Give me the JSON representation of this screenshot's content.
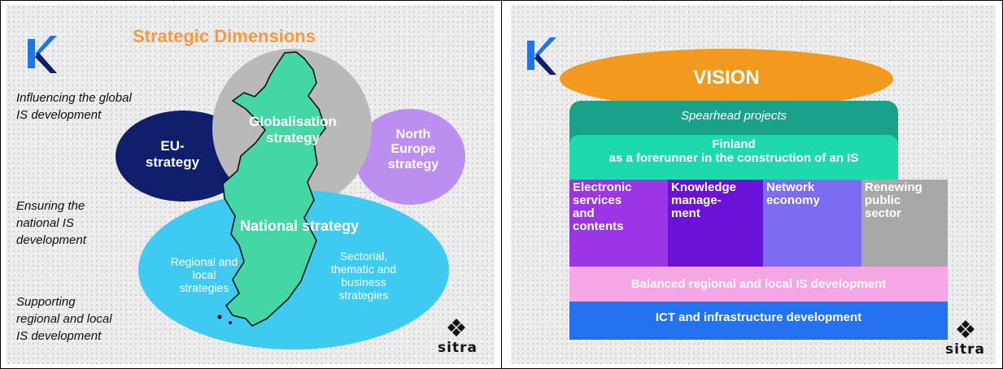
{
  "left_slide": {
    "title": "Strategic Dimensions",
    "side_notes": [
      "Influencing the global\nIS development",
      "Ensuring the\nnational IS\ndevelopment",
      "Supporting\nregional and local\nIS development"
    ],
    "ellipses": {
      "eu": "EU-\nstrategy",
      "globalisation": "Globalisation\nstrategy",
      "north_europe": "North\nEurope\nstrategy",
      "national": "National strategy",
      "regional": "Regional and\nlocal\nstrategies",
      "sectorial": "Sectorial,\nthematic and\nbusiness\nstrategies"
    },
    "logo_word": "SITRA"
  },
  "right_slide": {
    "vision": "VISION",
    "spearhead": "Spearhead projects",
    "finland": "Finland\nas a forerunner in the construction of an IS",
    "pillars": [
      "Electronic\nservices\nand\ncontents",
      "Knowledge\nmanage-\nment",
      "Network\neconomy",
      "Renewing\npublic\nsector"
    ],
    "balanced": "Balanced regional and local IS development",
    "ict": "ICT and infrastructure development",
    "logo_word": "SITRA"
  },
  "colors": {
    "title_orange": "#f39a45",
    "eu_navy": "#0f1f6b",
    "globalisation_gray": "#b9b9b9",
    "north_europe_violet": "#bc8ef0",
    "national_cyan": "#3fcaf2",
    "finland_green": "#45d6a6",
    "vision_orange": "#f39a1e",
    "spearhead_teal": "#1aa18a",
    "finland_band": "#1ed9ab",
    "pillar_1": "#9b35e6",
    "pillar_2": "#6a12d8",
    "pillar_3": "#7d6cf2",
    "pillar_4": "#a8a8a8",
    "balanced_pink": "#f6a6e4",
    "ict_blue": "#2373f1",
    "k_blue": "#1e74e8"
  }
}
